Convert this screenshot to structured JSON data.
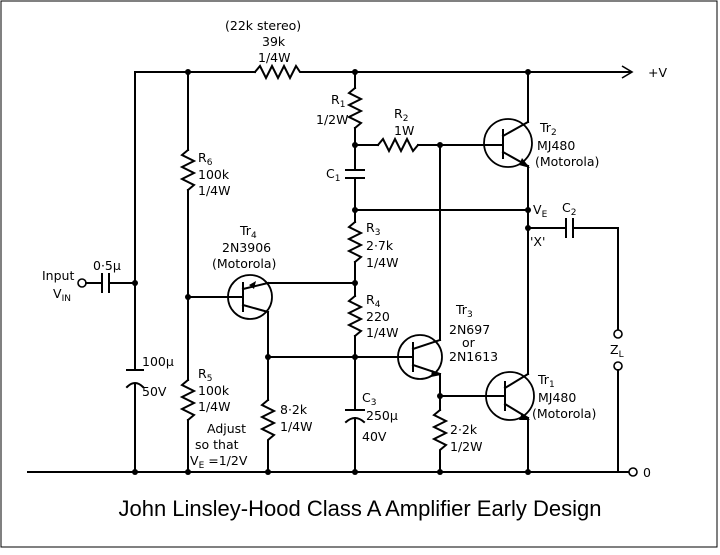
{
  "caption": "John Linsley-Hood Class A Amplifier Early Design",
  "labels": {
    "rail_plus": "+V",
    "ground": "0",
    "input": "Input",
    "vin": "V",
    "vin_sub": "IN",
    "c_in": "0·5µ",
    "r_top_note": "(22k stereo)",
    "r_top_val": "39k",
    "r_top_pw": "1/4W",
    "r1_name": "R",
    "r1_sub": "1",
    "r1_pw": "1/2W",
    "r2_name": "R",
    "r2_sub": "2",
    "r2_pw": "1W",
    "c1_name": "C",
    "c1_sub": "1",
    "r6_name": "R",
    "r6_sub": "6",
    "r6_val": "100k",
    "r6_pw": "1/4W",
    "tr4_name": "Tr",
    "tr4_sub": "4",
    "tr4_part": "2N3906",
    "tr4_make": "(Motorola)",
    "r3_name": "R",
    "r3_sub": "3",
    "r3_val": "2·7k",
    "r3_pw": "1/4W",
    "r4_name": "R",
    "r4_sub": "4",
    "r4_val": "220",
    "r4_pw": "1/4W",
    "tr2_name": "Tr",
    "tr2_sub": "2",
    "tr2_part": "MJ480",
    "tr2_make": "(Motorola)",
    "ve_name": "V",
    "ve_sub": "E",
    "c2_name": "C",
    "c2_sub": "2",
    "point_x": "'X'",
    "zl_name": "Z",
    "zl_sub": "L",
    "tr3_name": "Tr",
    "tr3_sub": "3",
    "tr3_part1": "2N697",
    "tr3_or": "or",
    "tr3_part2": "2N1613",
    "tr1_name": "Tr",
    "tr1_sub": "1",
    "tr1_part": "MJ480",
    "tr1_make": "(Motorola)",
    "c_big_val": "100µ",
    "c_big_v": "50V",
    "r5_name": "R",
    "r5_sub": "5",
    "r5_val": "100k",
    "r5_pw": "1/4W",
    "adjust1": "Adjust",
    "adjust2": "so that",
    "adjust3": "V",
    "adjust3_sub": "E",
    "adjust3_rest": " =1/2V",
    "r82_val": "8·2k",
    "r82_pw": "1/4W",
    "c3_name": "C",
    "c3_sub": "3",
    "c3_val": "250µ",
    "c3_v": "40V",
    "r22_val": "2·2k",
    "r22_pw": "1/2W"
  }
}
